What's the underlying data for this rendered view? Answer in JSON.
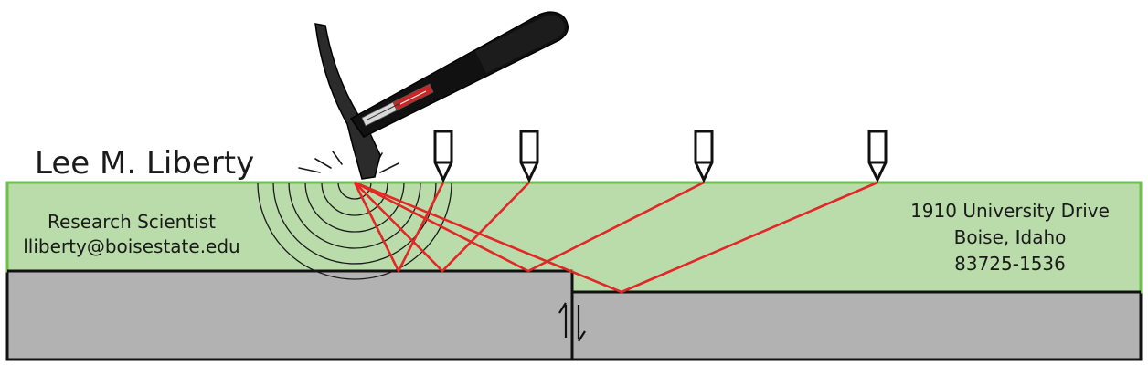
{
  "person": {
    "name": "Lee M. Liberty",
    "title": "Research Scientist",
    "email": "lliberty@boisestate.edu"
  },
  "address": {
    "line1": "1910 University Drive",
    "line2": "Boise, Idaho",
    "line3": "83725-1536"
  },
  "icons": {
    "source": "hammer-icon",
    "receivers": "geophone-icon",
    "fault_motion": "fault-arrows-icon"
  },
  "colors": {
    "near_surface_layer": "#b9dcaa",
    "near_surface_border": "#6cc04a",
    "bedrock": "#b2b2b2",
    "ray_paths": "#e32626",
    "wavefronts": "#1a1a1a",
    "hammer_head": "#2b2b2b",
    "hammer_handle": "#111111"
  }
}
